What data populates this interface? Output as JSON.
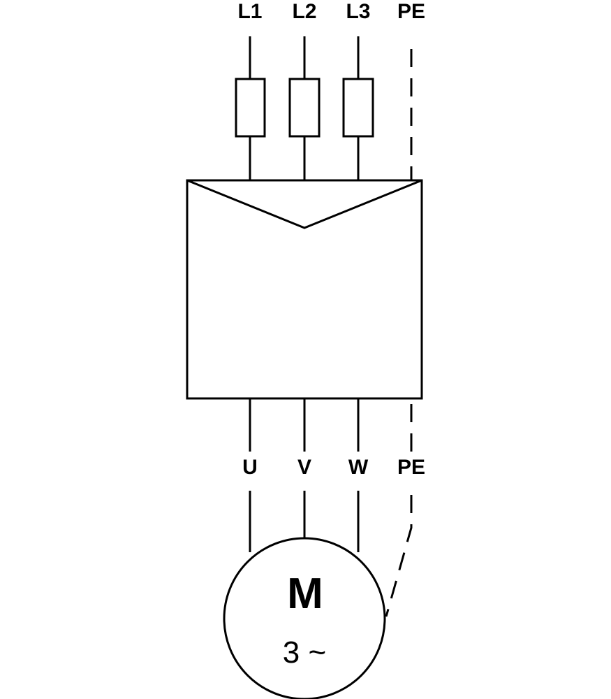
{
  "supply_terminals": [
    "L1",
    "L2",
    "L3",
    "PE"
  ],
  "output_terminals": [
    "U",
    "V",
    "W",
    "PE"
  ],
  "motor": {
    "letter": "M",
    "phase_label": "3 ~"
  },
  "colors": {
    "line": "#000000",
    "background": "#ffffff"
  }
}
